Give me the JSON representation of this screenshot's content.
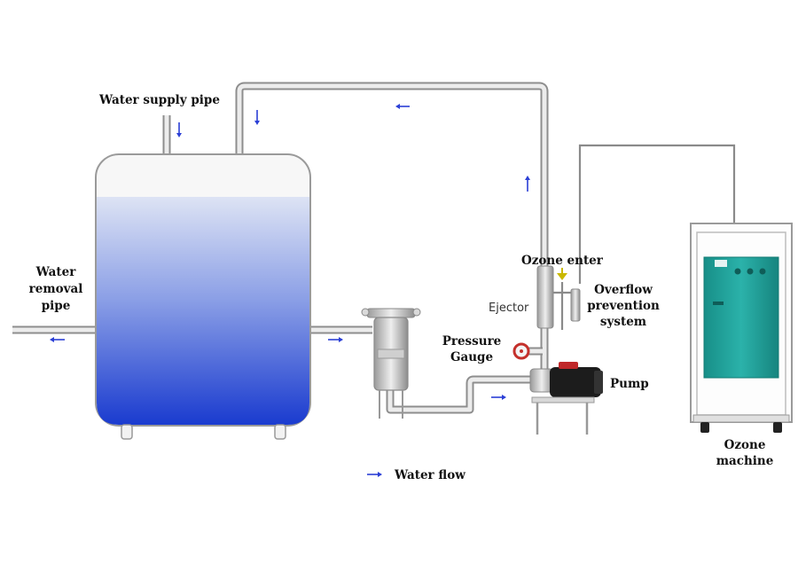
{
  "labels": {
    "water_supply_pipe": "Water supply pipe",
    "water_removal_pipe": [
      "Water",
      "removal",
      "pipe"
    ],
    "ejector": "Ejector",
    "ozone_enter": "Ozone enter",
    "overflow_prevention_system": [
      "Overflow",
      "prevention",
      "system"
    ],
    "pressure_gauge": [
      "Pressure",
      "Gauge"
    ],
    "pump": "Pump",
    "ozone_machine": [
      "Ozone",
      "machine"
    ]
  },
  "legend": {
    "water_flow": "Water flow"
  },
  "colors": {
    "water_top": "#d9dff2",
    "water_bottom": "#1b3fd0",
    "arrow": "#2b3fd6",
    "pipe": "#8e8e8e",
    "machine_panel": "#1f9f98",
    "ozone_arrow": "#c9b800"
  },
  "icons": {
    "flow_arrow": "arrow-right-icon",
    "ozone_arrow": "arrow-down-icon"
  }
}
